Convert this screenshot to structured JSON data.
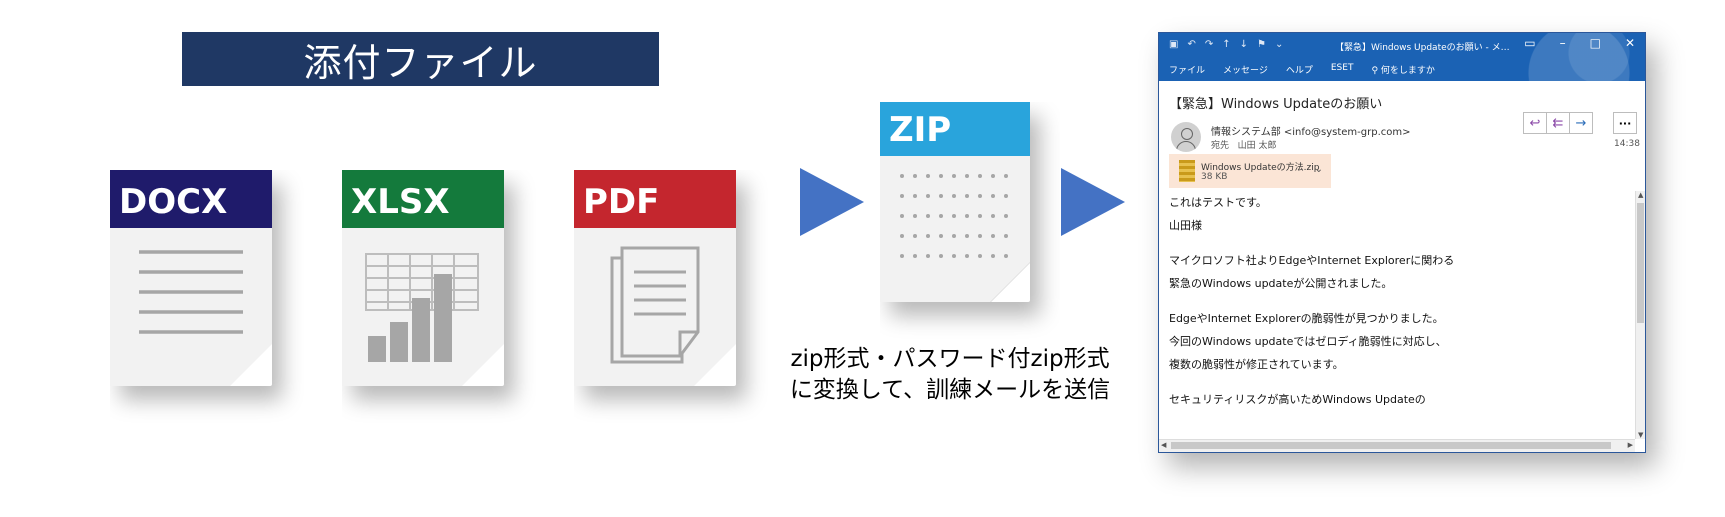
{
  "banner": {
    "title": "添付ファイル"
  },
  "files": [
    {
      "label": "DOCX",
      "color": "#1f1b6b"
    },
    {
      "label": "XLSX",
      "color": "#147a3c"
    },
    {
      "label": "PDF",
      "color": "#c4262e"
    }
  ],
  "zip": {
    "label": "ZIP",
    "color": "#29a4dc"
  },
  "arrow_color": "#4472c4",
  "caption": {
    "line1": "zip形式・パスワード付zip形式",
    "line2": "に変換して、訓練メールを送信"
  },
  "email": {
    "window_title": "【緊急】Windows Updateのお願い - メ…",
    "ribbon": [
      "ファイル",
      "メッセージ",
      "ヘルプ",
      "ESET",
      "何をしますか"
    ],
    "subject": "【緊急】Windows Updateのお願い",
    "sender": "情報システム部 <info@system-grp.com>",
    "to_label": "宛先",
    "to_name": "山田 太郎",
    "time": "14:38",
    "attachment_name": "Windows Updateの方法.zip",
    "attachment_size": "38 KB",
    "body": [
      "これはテストです。",
      "山田様",
      "",
      "マイクロソフト社よりEdgeやInternet Explorerに関わる",
      "緊急のWindows updateが公開されました。",
      "",
      "EdgeやInternet Explorerの脆弱性が見つかりました。",
      "今回のWindows updateではゼロディ脆弱性に対応し、",
      "複数の脆弱性が修正されています。",
      "",
      "セキュリティリスクが高いためWindows Updateの"
    ]
  }
}
